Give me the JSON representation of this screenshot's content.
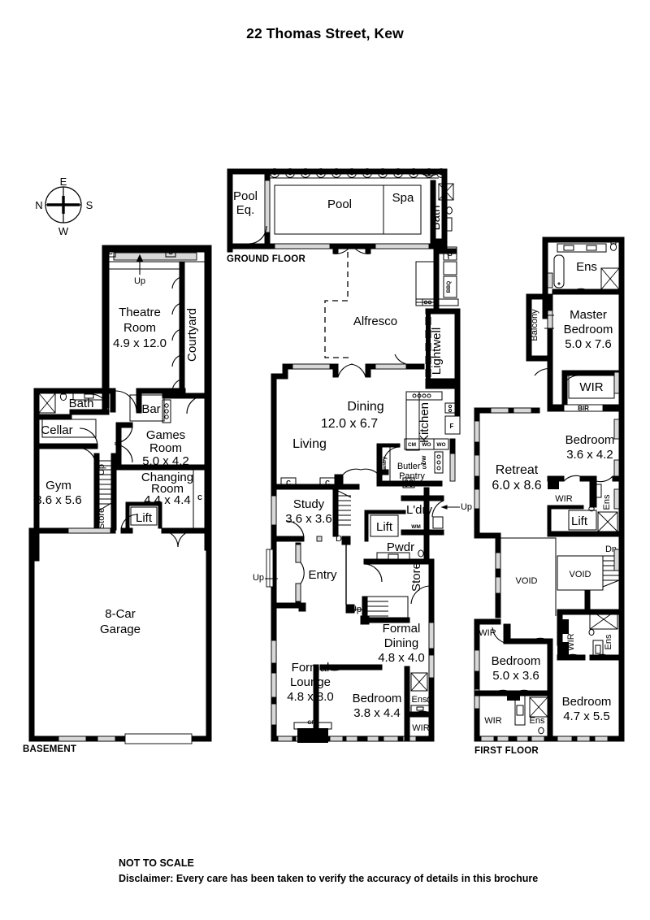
{
  "title": "22 Thomas Street, Kew",
  "footer": {
    "scale_note": "NOT TO SCALE",
    "disclaimer": "Disclaimer: Every care has been taken to verify the accuracy of details in this brochure"
  },
  "compass": {
    "top": "E",
    "left": "N",
    "right": "S",
    "bottom": "W"
  },
  "levels": [
    {
      "key": "basement",
      "label": "BASEMENT"
    },
    {
      "key": "ground",
      "label": "GROUND FLOOR"
    },
    {
      "key": "first",
      "label": "FIRST FLOOR"
    }
  ],
  "basement": {
    "label": "BASEMENT",
    "rooms": [
      {
        "name": "Theatre Room",
        "line1": "Theatre",
        "line2": "Room",
        "dims": "4.9 x 12.0"
      },
      {
        "name": "Courtyard",
        "line1": "Courtyard",
        "dims": ""
      },
      {
        "name": "Bath",
        "line1": "Bath",
        "dims": ""
      },
      {
        "name": "Cellar",
        "line1": "Cellar",
        "dims": ""
      },
      {
        "name": "Gym",
        "line1": "Gym",
        "dims": "3.6 x 5.6"
      },
      {
        "name": "Bar",
        "line1": "Bar",
        "dims": ""
      },
      {
        "name": "Games Room",
        "line1": "Games",
        "line2": "Room",
        "dims": "5.0 x 4.2"
      },
      {
        "name": "Changing Room",
        "line1": "Changing",
        "line2": "Room",
        "dims": "4.4 x 4.4"
      },
      {
        "name": "Lift",
        "line1": "Lift",
        "dims": ""
      },
      {
        "name": "Store",
        "line1": "Store",
        "dims": ""
      },
      {
        "name": "Garage",
        "line1": "8-Car",
        "line2": "Garage",
        "dims": ""
      }
    ],
    "markers": [
      {
        "text": "C"
      },
      {
        "text": "C"
      },
      {
        "text": "C"
      },
      {
        "text": "Up"
      },
      {
        "text": "Up"
      }
    ]
  },
  "ground": {
    "label": "GROUND FLOOR",
    "rooms": [
      {
        "name": "Pool Equipment",
        "line1": "Pool",
        "line2": "Eq.",
        "dims": ""
      },
      {
        "name": "Pool",
        "line1": "Pool",
        "dims": ""
      },
      {
        "name": "Spa",
        "line1": "Spa",
        "dims": ""
      },
      {
        "name": "Bath",
        "line1": "Bath",
        "dims": ""
      },
      {
        "name": "Alfresco",
        "line1": "Alfresco",
        "dims": ""
      },
      {
        "name": "Lightwell",
        "line1": "Lightwell",
        "dims": ""
      },
      {
        "name": "Kitchen",
        "line1": "Kitchen",
        "dims": ""
      },
      {
        "name": "Dining",
        "line1": "Dining",
        "dims": "12.0 x 6.7"
      },
      {
        "name": "Living",
        "line1": "Living",
        "dims": ""
      },
      {
        "name": "Pantry",
        "line1": "Pantry",
        "dims": ""
      },
      {
        "name": "Butler's Pantry",
        "line1": "Butler's",
        "line2": "Pantry",
        "dims": ""
      },
      {
        "name": "Study",
        "line1": "Study",
        "dims": "3.6 x 3.6"
      },
      {
        "name": "Laundry",
        "line1": "L'dry",
        "dims": ""
      },
      {
        "name": "Powder Room",
        "line1": "Pwdr",
        "dims": ""
      },
      {
        "name": "Lift",
        "line1": "Lift",
        "dims": ""
      },
      {
        "name": "Entry",
        "line1": "Entry",
        "dims": ""
      },
      {
        "name": "Store",
        "line1": "Store",
        "dims": ""
      },
      {
        "name": "Formal Dining",
        "line1": "Formal",
        "line2": "Dining",
        "dims": "4.8 x 4.0"
      },
      {
        "name": "Formal Lounge",
        "line1": "Formal",
        "line2": "Lounge",
        "dims": "4.8 x 8.0"
      },
      {
        "name": "Bedroom",
        "line1": "Bedroom",
        "dims": "3.8 x 4.4"
      },
      {
        "name": "Ensuite",
        "line1": "Ens",
        "dims": ""
      },
      {
        "name": "Walk In Robe",
        "line1": "WIR",
        "dims": ""
      }
    ],
    "appliances": [
      {
        "code": "S"
      },
      {
        "code": "BBQ"
      },
      {
        "code": "F"
      },
      {
        "code": "CM"
      },
      {
        "code": "WO"
      },
      {
        "code": "WO"
      },
      {
        "code": "DW"
      },
      {
        "code": "WM"
      },
      {
        "code": "GFP"
      }
    ],
    "markers": [
      {
        "text": "Up"
      },
      {
        "text": "Up"
      },
      {
        "text": "Up"
      },
      {
        "text": "Dn"
      },
      {
        "text": "C"
      },
      {
        "text": "C"
      },
      {
        "text": "C"
      }
    ],
    "tree_count": 12
  },
  "first": {
    "label": "FIRST FLOOR",
    "rooms": [
      {
        "name": "Ensuite",
        "line1": "Ens",
        "dims": ""
      },
      {
        "name": "Balcony",
        "line1": "Balcony",
        "dims": ""
      },
      {
        "name": "Master Bedroom",
        "line1": "Master",
        "line2": "Bedroom",
        "dims": "5.0 x 7.6"
      },
      {
        "name": "Walk In Robe",
        "line1": "WIR",
        "dims": ""
      },
      {
        "name": "Built In Robe",
        "line1": "BIR",
        "dims": ""
      },
      {
        "name": "Bedroom 2",
        "line1": "Bedroom",
        "dims": "3.6 x 4.2"
      },
      {
        "name": "Retreat",
        "line1": "Retreat",
        "dims": "6.0 x 8.6"
      },
      {
        "name": "Walk In Robe",
        "line1": "WIR",
        "dims": ""
      },
      {
        "name": "Ensuite",
        "line1": "Ens",
        "dims": ""
      },
      {
        "name": "Lift",
        "line1": "Lift",
        "dims": ""
      },
      {
        "name": "Void",
        "line1": "VOID",
        "dims": ""
      },
      {
        "name": "Void",
        "line1": "VOID",
        "dims": ""
      },
      {
        "name": "Walk In Robe",
        "line1": "WIR",
        "dims": ""
      },
      {
        "name": "Bedroom 3",
        "line1": "Bedroom",
        "dims": "5.0 x 3.6"
      },
      {
        "name": "Walk In Robe",
        "line1": "WIR",
        "dims": ""
      },
      {
        "name": "Ensuite",
        "line1": "Ens",
        "dims": ""
      },
      {
        "name": "Walk In Robe",
        "line1": "WIR",
        "dims": ""
      },
      {
        "name": "Ensuite",
        "line1": "Ens",
        "dims": ""
      },
      {
        "name": "Bedroom 4",
        "line1": "Bedroom",
        "dims": "4.7 x 5.5"
      }
    ],
    "markers": [
      {
        "text": "Dn"
      }
    ]
  }
}
